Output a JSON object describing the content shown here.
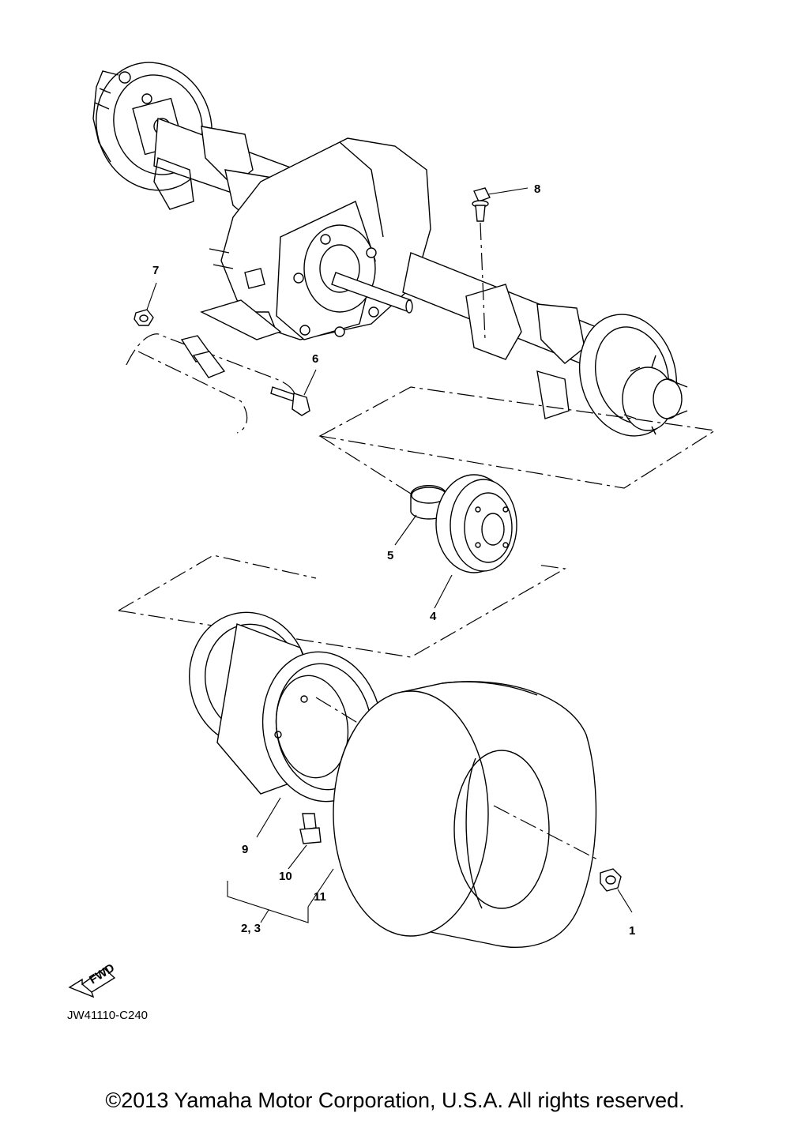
{
  "diagram": {
    "callouts": {
      "c1": "1",
      "c23": "2, 3",
      "c4": "4",
      "c5": "5",
      "c6": "6",
      "c7": "7",
      "c8": "8",
      "c9": "9",
      "c10": "10",
      "c11": "11"
    },
    "fwd_badge": "FWD",
    "drawing_code": "JW41110-C240"
  },
  "footer": {
    "copyright": "©2013 Yamaha Motor Corporation, U.S.A. All rights reserved."
  }
}
